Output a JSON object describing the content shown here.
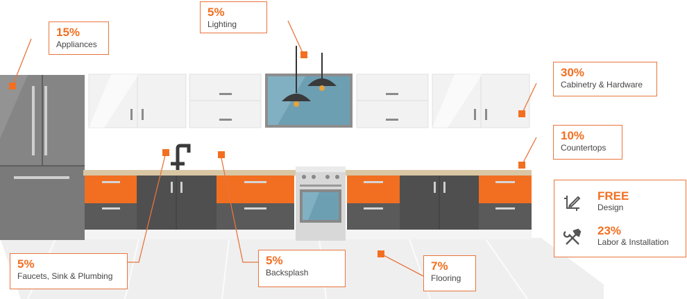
{
  "colors": {
    "accent": "#f26f21",
    "line": "#e8743b",
    "cabinet_dark": "#555555",
    "cabinet_light": "#f1f1f1",
    "counter": "#d9c7a4"
  },
  "callouts": {
    "lighting": {
      "pct": "5%",
      "label": "Lighting"
    },
    "appliances": {
      "pct": "15%",
      "label": "Appliances"
    },
    "cabinetry": {
      "pct": "30%",
      "label": "Cabinetry & Hardware"
    },
    "countertops": {
      "pct": "10%",
      "label": "Countertops"
    },
    "faucets": {
      "pct": "5%",
      "label": "Faucets, Sink & Plumbing"
    },
    "backsplash": {
      "pct": "5%",
      "label": "Backsplash"
    },
    "flooring": {
      "pct": "7%",
      "label": "Flooring"
    }
  },
  "promo": {
    "design": {
      "pct": "FREE",
      "label": "Design",
      "icon": "pencil-ruler-icon"
    },
    "labor": {
      "pct": "23%",
      "label": "Labor & Installation",
      "icon": "hammer-wrench-icon"
    }
  }
}
